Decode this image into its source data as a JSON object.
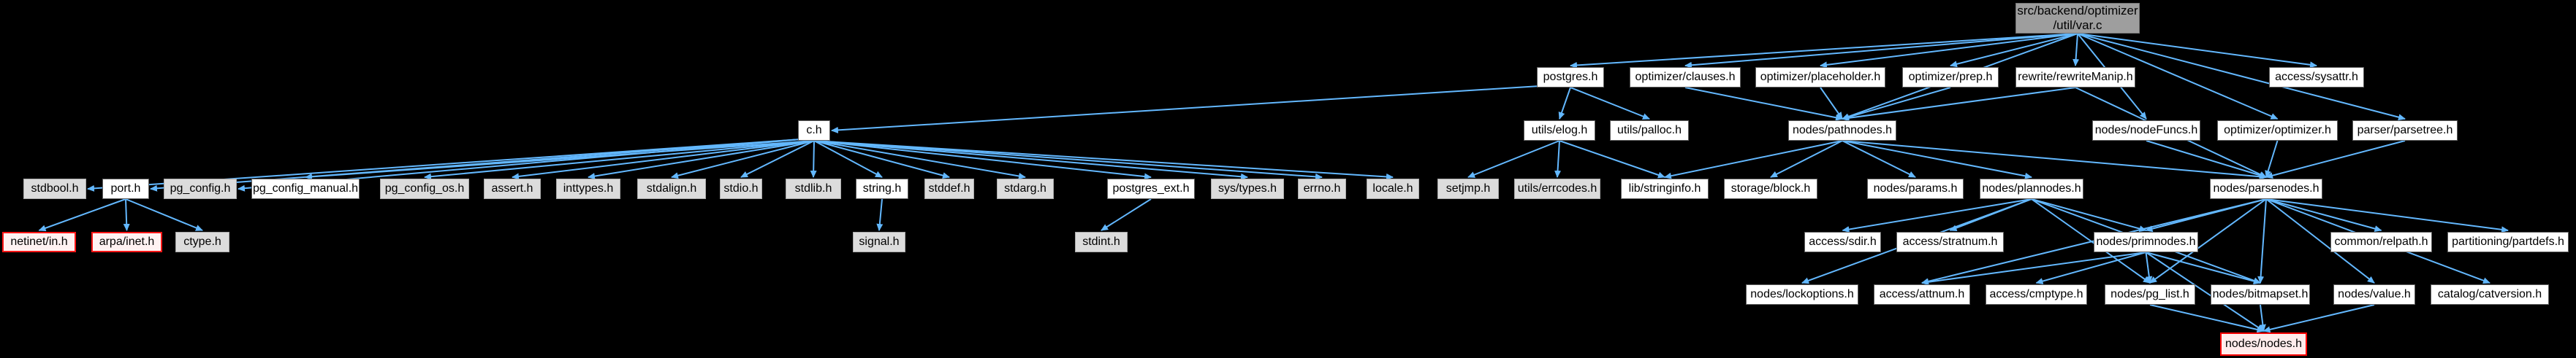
{
  "diagram": {
    "kind": "include-dependency-graph",
    "root_label": "src/backend/optimizer\n/util/var.c",
    "colors": {
      "background": "#000000",
      "edge": "#63b8ff",
      "node_fill": "#ffffff",
      "node_border": "#5f5f5f",
      "gray_fill": "#dcdcdc",
      "gray_border": "#a9a9a9",
      "red_border": "#ff0000",
      "red_fill": "#fff2f2",
      "root_fill": "#9e9e9e"
    },
    "nodes": [
      {
        "id": "varc",
        "label": "src/backend/optimizer\n/util/var.c",
        "style": "root"
      },
      {
        "id": "postgres_h",
        "label": "postgres.h",
        "style": "white"
      },
      {
        "id": "opt_clauses",
        "label": "optimizer/clauses.h",
        "style": "white"
      },
      {
        "id": "opt_placeholder",
        "label": "optimizer/placeholder.h",
        "style": "white"
      },
      {
        "id": "opt_prep",
        "label": "optimizer/prep.h",
        "style": "white"
      },
      {
        "id": "rewrite_manip",
        "label": "rewrite/rewriteManip.h",
        "style": "white"
      },
      {
        "id": "access_sysattr",
        "label": "access/sysattr.h",
        "style": "white"
      },
      {
        "id": "c_h",
        "label": "c.h",
        "style": "white"
      },
      {
        "id": "utils_elog",
        "label": "utils/elog.h",
        "style": "white"
      },
      {
        "id": "utils_palloc",
        "label": "utils/palloc.h",
        "style": "white"
      },
      {
        "id": "nodes_pathnodes",
        "label": "nodes/pathnodes.h",
        "style": "white"
      },
      {
        "id": "nodes_nodefuncs",
        "label": "nodes/nodeFuncs.h",
        "style": "white"
      },
      {
        "id": "opt_optimizer",
        "label": "optimizer/optimizer.h",
        "style": "white"
      },
      {
        "id": "parser_parsetree",
        "label": "parser/parsetree.h",
        "style": "white"
      },
      {
        "id": "stdbool",
        "label": "stdbool.h",
        "style": "gray"
      },
      {
        "id": "port",
        "label": "port.h",
        "style": "white"
      },
      {
        "id": "pg_config",
        "label": "pg_config.h",
        "style": "gray"
      },
      {
        "id": "pg_config_manual",
        "label": "pg_config_manual.h",
        "style": "white"
      },
      {
        "id": "pg_config_os",
        "label": "pg_config_os.h",
        "style": "gray"
      },
      {
        "id": "assert",
        "label": "assert.h",
        "style": "gray"
      },
      {
        "id": "inttypes",
        "label": "inttypes.h",
        "style": "gray"
      },
      {
        "id": "stdalign",
        "label": "stdalign.h",
        "style": "gray"
      },
      {
        "id": "stdio",
        "label": "stdio.h",
        "style": "gray"
      },
      {
        "id": "stdlib",
        "label": "stdlib.h",
        "style": "gray"
      },
      {
        "id": "string",
        "label": "string.h",
        "style": "white"
      },
      {
        "id": "stddef",
        "label": "stddef.h",
        "style": "gray"
      },
      {
        "id": "stdarg",
        "label": "stdarg.h",
        "style": "gray"
      },
      {
        "id": "postgres_ext",
        "label": "postgres_ext.h",
        "style": "white"
      },
      {
        "id": "sys_types",
        "label": "sys/types.h",
        "style": "gray"
      },
      {
        "id": "errno",
        "label": "errno.h",
        "style": "gray"
      },
      {
        "id": "locale",
        "label": "locale.h",
        "style": "gray"
      },
      {
        "id": "setjmp",
        "label": "setjmp.h",
        "style": "gray"
      },
      {
        "id": "utils_errcodes",
        "label": "utils/errcodes.h",
        "style": "gray"
      },
      {
        "id": "lib_stringinfo",
        "label": "lib/stringinfo.h",
        "style": "white"
      },
      {
        "id": "storage_block",
        "label": "storage/block.h",
        "style": "white"
      },
      {
        "id": "nodes_params",
        "label": "nodes/params.h",
        "style": "white"
      },
      {
        "id": "nodes_plannodes",
        "label": "nodes/plannodes.h",
        "style": "white"
      },
      {
        "id": "nodes_parsenodes",
        "label": "nodes/parsenodes.h",
        "style": "white"
      },
      {
        "id": "netinet_in",
        "label": "netinet/in.h",
        "style": "red"
      },
      {
        "id": "arpa_inet",
        "label": "arpa/inet.h",
        "style": "red"
      },
      {
        "id": "ctype",
        "label": "ctype.h",
        "style": "gray"
      },
      {
        "id": "signal",
        "label": "signal.h",
        "style": "gray"
      },
      {
        "id": "stdint",
        "label": "stdint.h",
        "style": "gray"
      },
      {
        "id": "access_sdir",
        "label": "access/sdir.h",
        "style": "white"
      },
      {
        "id": "access_stratnum",
        "label": "access/stratnum.h",
        "style": "white"
      },
      {
        "id": "nodes_primnodes",
        "label": "nodes/primnodes.h",
        "style": "white"
      },
      {
        "id": "common_relpath",
        "label": "common/relpath.h",
        "style": "white"
      },
      {
        "id": "part_partdefs",
        "label": "partitioning/partdefs.h",
        "style": "white"
      },
      {
        "id": "nodes_lockoptions",
        "label": "nodes/lockoptions.h",
        "style": "white"
      },
      {
        "id": "access_attnum",
        "label": "access/attnum.h",
        "style": "white"
      },
      {
        "id": "access_cmptype",
        "label": "access/cmptype.h",
        "style": "white"
      },
      {
        "id": "nodes_pg_list",
        "label": "nodes/pg_list.h",
        "style": "white"
      },
      {
        "id": "nodes_bitmapset",
        "label": "nodes/bitmapset.h",
        "style": "white"
      },
      {
        "id": "nodes_value",
        "label": "nodes/value.h",
        "style": "white"
      },
      {
        "id": "catalog_catversion",
        "label": "catalog/catversion.h",
        "style": "white"
      },
      {
        "id": "nodes_nodes",
        "label": "nodes/nodes.h",
        "style": "redbig"
      }
    ],
    "edges": [
      [
        "varc",
        "postgres_h"
      ],
      [
        "varc",
        "opt_clauses"
      ],
      [
        "varc",
        "opt_placeholder"
      ],
      [
        "varc",
        "opt_prep"
      ],
      [
        "varc",
        "rewrite_manip"
      ],
      [
        "varc",
        "access_sysattr"
      ],
      [
        "varc",
        "nodes_pathnodes"
      ],
      [
        "varc",
        "nodes_nodefuncs"
      ],
      [
        "varc",
        "opt_optimizer"
      ],
      [
        "varc",
        "parser_parsetree"
      ],
      [
        "postgres_h",
        "c_h"
      ],
      [
        "postgres_h",
        "utils_elog"
      ],
      [
        "postgres_h",
        "utils_palloc"
      ],
      [
        "opt_clauses",
        "nodes_pathnodes"
      ],
      [
        "opt_placeholder",
        "nodes_pathnodes"
      ],
      [
        "opt_prep",
        "nodes_pathnodes"
      ],
      [
        "rewrite_manip",
        "nodes_pathnodes"
      ],
      [
        "rewrite_manip",
        "nodes_parsenodes"
      ],
      [
        "nodes_nodefuncs",
        "nodes_parsenodes"
      ],
      [
        "opt_optimizer",
        "nodes_parsenodes"
      ],
      [
        "parser_parsetree",
        "nodes_parsenodes"
      ],
      [
        "c_h",
        "stdbool"
      ],
      [
        "c_h",
        "port"
      ],
      [
        "c_h",
        "pg_config"
      ],
      [
        "c_h",
        "pg_config_manual"
      ],
      [
        "c_h",
        "pg_config_os"
      ],
      [
        "c_h",
        "assert"
      ],
      [
        "c_h",
        "inttypes"
      ],
      [
        "c_h",
        "stdalign"
      ],
      [
        "c_h",
        "stdio"
      ],
      [
        "c_h",
        "stdlib"
      ],
      [
        "c_h",
        "string"
      ],
      [
        "c_h",
        "stddef"
      ],
      [
        "c_h",
        "stdarg"
      ],
      [
        "c_h",
        "postgres_ext"
      ],
      [
        "c_h",
        "sys_types"
      ],
      [
        "c_h",
        "errno"
      ],
      [
        "c_h",
        "locale"
      ],
      [
        "port",
        "netinet_in"
      ],
      [
        "port",
        "arpa_inet"
      ],
      [
        "port",
        "ctype"
      ],
      [
        "string",
        "signal"
      ],
      [
        "postgres_ext",
        "stdint"
      ],
      [
        "utils_elog",
        "setjmp"
      ],
      [
        "utils_elog",
        "utils_errcodes"
      ],
      [
        "utils_elog",
        "lib_stringinfo"
      ],
      [
        "nodes_pathnodes",
        "lib_stringinfo"
      ],
      [
        "nodes_pathnodes",
        "storage_block"
      ],
      [
        "nodes_pathnodes",
        "nodes_params"
      ],
      [
        "nodes_pathnodes",
        "nodes_plannodes"
      ],
      [
        "nodes_pathnodes",
        "nodes_parsenodes"
      ],
      [
        "nodes_plannodes",
        "access_sdir"
      ],
      [
        "nodes_plannodes",
        "access_stratnum"
      ],
      [
        "nodes_plannodes",
        "nodes_primnodes"
      ],
      [
        "nodes_plannodes",
        "nodes_lockoptions"
      ],
      [
        "nodes_plannodes",
        "nodes_pg_list"
      ],
      [
        "nodes_plannodes",
        "nodes_bitmapset"
      ],
      [
        "nodes_parsenodes",
        "nodes_primnodes"
      ],
      [
        "nodes_parsenodes",
        "common_relpath"
      ],
      [
        "nodes_parsenodes",
        "part_partdefs"
      ],
      [
        "nodes_parsenodes",
        "nodes_value"
      ],
      [
        "nodes_parsenodes",
        "catalog_catversion"
      ],
      [
        "nodes_parsenodes",
        "nodes_bitmapset"
      ],
      [
        "nodes_parsenodes",
        "nodes_pg_list"
      ],
      [
        "nodes_parsenodes",
        "access_attnum"
      ],
      [
        "nodes_primnodes",
        "access_attnum"
      ],
      [
        "nodes_primnodes",
        "access_cmptype"
      ],
      [
        "nodes_primnodes",
        "nodes_pg_list"
      ],
      [
        "nodes_primnodes",
        "nodes_bitmapset"
      ],
      [
        "nodes_primnodes",
        "nodes_nodes"
      ],
      [
        "nodes_pg_list",
        "nodes_nodes"
      ],
      [
        "nodes_bitmapset",
        "nodes_nodes"
      ],
      [
        "nodes_value",
        "nodes_nodes"
      ]
    ]
  }
}
